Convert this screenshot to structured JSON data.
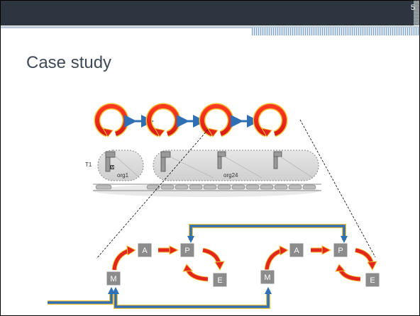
{
  "slide": {
    "number": "5",
    "title": "Case study"
  },
  "figure": {
    "track_label": "T1",
    "org_left": "org1",
    "org_right": "org24",
    "marker": "M"
  },
  "loops": [
    {
      "m": "M",
      "a": "A",
      "p": "P",
      "e": "E"
    },
    {
      "m": "M",
      "a": "A",
      "p": "P",
      "e": "E"
    }
  ],
  "colors": {
    "header": "#2d3640",
    "loop_red": "#e3261b",
    "loop_yellow": "#f2c23a",
    "blue_arrow": "#2f6fb5",
    "node_gray": "#8c8c8c"
  }
}
